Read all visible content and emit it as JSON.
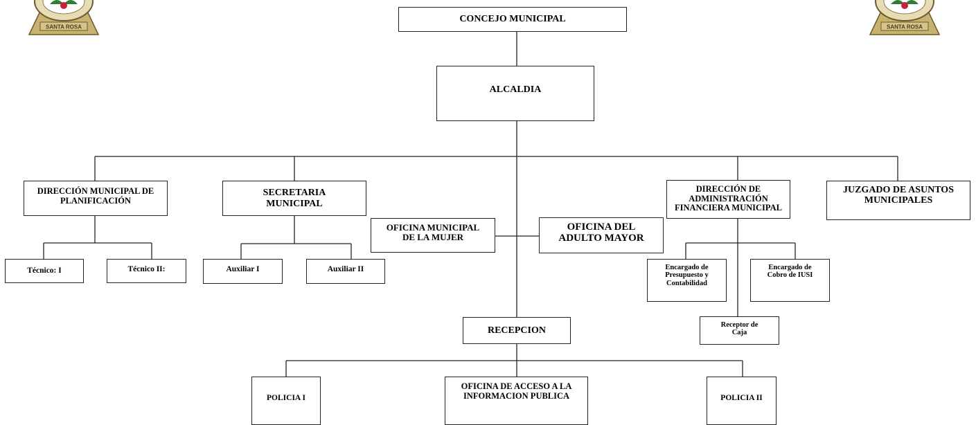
{
  "logos": {
    "caption": "SANTA ROSA"
  },
  "colors": {
    "line": "#222222",
    "logo_gold": "#c7b26f",
    "logo_leaf": "#2f7d32",
    "logo_flower": "#c8203a"
  },
  "org": {
    "concejo": "CONCEJO MUNICIPAL",
    "alcaldia": "ALCALDIA",
    "dmp": "DIRECCIÓN MUNICIPAL DE PLANIFICACIÓN",
    "tecnico1": "Técnico: I",
    "tecnico2": "Técnico II:",
    "secretaria": "SECRETARIA MUNICIPAL",
    "auxiliar1": "Auxiliar I",
    "auxiliar2": "Auxiliar II",
    "mujer": "OFICINA MUNICIPAL DE LA MUJER",
    "adulto": "OFICINA DEL ADULTO MAYOR",
    "dafim": "DIRECCIÓN DE ADMINISTRACIÓN FINANCIERA MUNICIPAL",
    "presupuesto": "Encargado de Presupuesto y Contabilidad",
    "iusi": "Encargado de Cobro de IUSI",
    "caja": "Receptor de Caja",
    "juzgado": "JUZGADO DE ASUNTOS MUNICIPALES",
    "recepcion": "RECEPCION",
    "policia1": "POLICIA I",
    "acceso": "OFICINA DE ACCESO A LA INFORMACION PUBLICA",
    "policia2": "POLICIA II"
  }
}
